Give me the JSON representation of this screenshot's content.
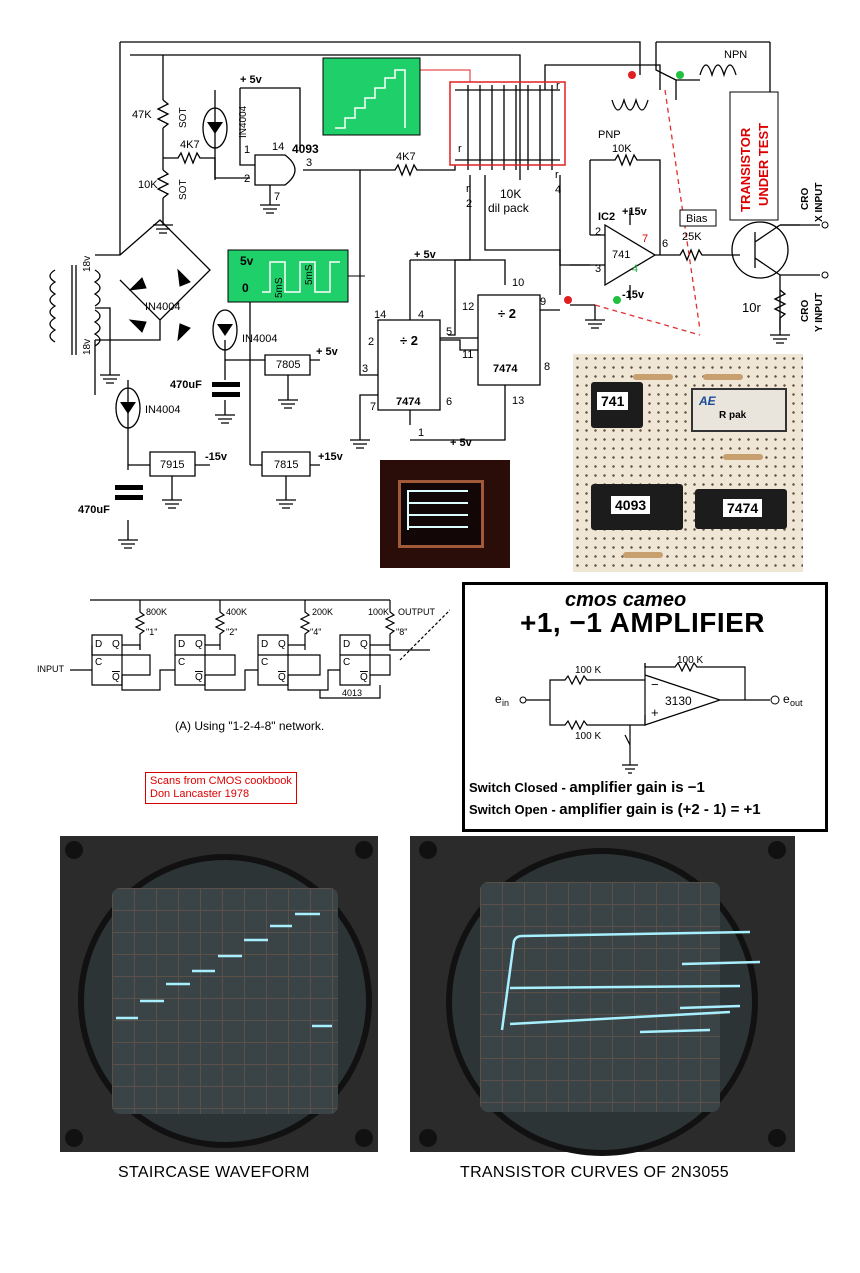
{
  "schematic": {
    "resistors": {
      "r47k": "47K",
      "sot_top": "SOT",
      "r10k_left": "10K",
      "sot_bottom": "SOT",
      "r4k7_a": "4K7",
      "r4k7_b": "4K7",
      "r10k_fb": "10K",
      "r25k": "25K",
      "r10r": "10r",
      "dil_pack": "10K\ndil pack",
      "dil_r": "r",
      "dil_r2": "r",
      "dil_r4": "r",
      "half": "2",
      "quarter": "4"
    },
    "chips": {
      "gate": "4093",
      "ff1": "7474",
      "ff2": "7474",
      "opamp": "741",
      "opamp_ic": "IC2",
      "div_label": "÷ 2",
      "reg_7805": "7805",
      "reg_7915": "7915",
      "reg_7815": "7815"
    },
    "pins": {
      "gate_pin1": "1",
      "gate_pin2": "2",
      "gate_pin14": "14",
      "gate_pin7": "7",
      "gate_pin3": "3",
      "ff1_2": "2",
      "ff1_3": "3",
      "ff1_4": "4",
      "ff1_14": "14",
      "ff1_5": "5",
      "ff1_6": "6",
      "ff1_7": "7",
      "ff1_1": "1",
      "ff2_10": "10",
      "ff2_12": "12",
      "ff2_11": "11",
      "ff2_9": "9",
      "ff2_8": "8",
      "ff2_13": "13",
      "op_2": "2",
      "op_3": "3",
      "op_7": "7",
      "op_4": "4",
      "op_6": "6"
    },
    "diodes": {
      "d_top": "IN4004",
      "d_bridge": "IN4004",
      "d_mid": "IN4004",
      "d_low": "IN4004"
    },
    "supplies": {
      "p5_top": "+ 5v",
      "p5_mid": "+ 5v",
      "p5_low": "+ 5v",
      "p5_reg": "+ 5v",
      "p15": "+15v",
      "m15": "-15v",
      "p15_op": "+15v",
      "m15_op": "-15v"
    },
    "caps": {
      "c1": "470uF",
      "c2": "470uF"
    },
    "transformer": {
      "v1": "18v",
      "v2": "18v"
    },
    "pulse": {
      "hi": "5v",
      "lo": "0",
      "t1": "5mS",
      "t2": "5mS"
    },
    "transistor": {
      "npn": "NPN",
      "pnp": "PNP",
      "bias": "Bias",
      "title_line1": "TRANSISTOR",
      "title_line2": "UNDER TEST"
    },
    "cro": {
      "x_line1": "CRO",
      "x_line2": "X INPUT",
      "y_line1": "CRO",
      "y_line2": "Y INPUT"
    }
  },
  "breadboard": {
    "chips": [
      "741",
      "4093",
      "7474"
    ],
    "rpak_logo": "AE",
    "rpak_label": "R pak"
  },
  "counter": {
    "resistors": [
      "800K",
      "400K",
      "200K",
      "100K"
    ],
    "output": "OUTPUT",
    "weights": [
      "\"1\"",
      "\"2\"",
      "\"4\"",
      "\"8\""
    ],
    "input": "INPUT",
    "ff_d": "D",
    "ff_q": "Q",
    "ff_c": "C",
    "ff_qbar": "Q",
    "chip": "4013",
    "caption": "(A) Using \"1-2-4-8\" network."
  },
  "cameo": {
    "title": "cmos cameo",
    "heading": "+1, −1 AMPLIFIER",
    "r_fb": "100 K",
    "r_in1": "100 K",
    "r_in2": "100 K",
    "chip": "3130",
    "ein": "e",
    "ein_sub": "in",
    "eout": "e",
    "eout_sub": "out",
    "line1_prefix": "Switch Closed - ",
    "line1_value": "amplifier gain is −1",
    "line2_prefix": "Switch Open - ",
    "line2_value": "amplifier gain is (+2 - 1) = +1"
  },
  "source_note": {
    "line1": "Scans from CMOS cookbook",
    "line2": "Don Lancaster 1978"
  },
  "photos": {
    "left_caption": "STAIRCASE WAVEFORM",
    "right_caption": "TRANSISTOR CURVES OF 2N3055"
  },
  "colors": {
    "green_panel": "#1fcf6a",
    "red_box": "#e02020",
    "breadboard": "#f0e6d6",
    "scope_frame": "#2e2e2e",
    "trace": "#a8f0ff"
  }
}
